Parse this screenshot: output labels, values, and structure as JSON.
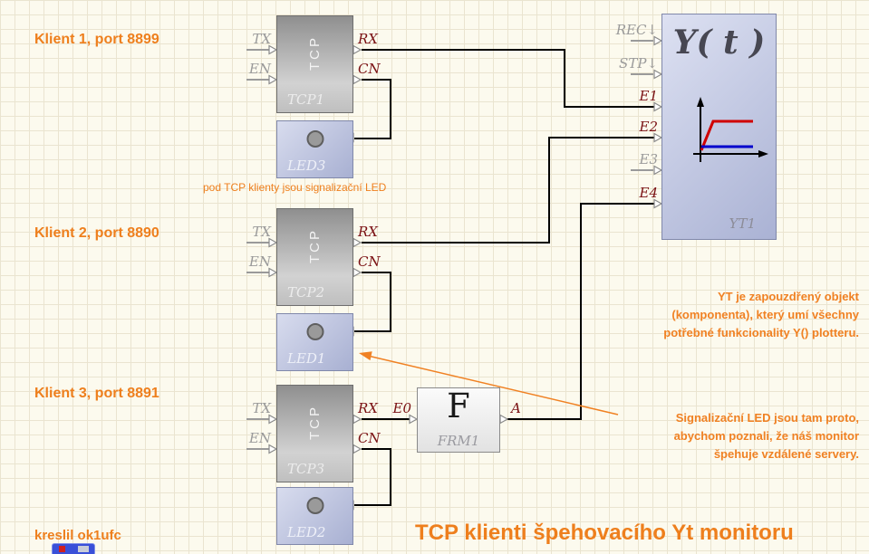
{
  "colors": {
    "accent_orange": "#ee7f1d",
    "annotation_orange": "#f08123",
    "port_connected_red": "#7a1013",
    "port_unconnected_gray": "#9a9a9a",
    "wire_black": "#000000"
  },
  "headings": {
    "client1": "Klient 1, port 8899",
    "client2": "Klient 2, port 8890",
    "client3": "Klient 3, port 8891"
  },
  "notes": {
    "led_note": "pod TCP klienty jsou signalizační LED",
    "credit": "kreslil ok1ufc",
    "title": "TCP klienti špehovacího Yt monitoru"
  },
  "annotations": {
    "yt_line1": "YT je zapouzdřený objekt",
    "yt_line2": "(komponenta), který umí všechny",
    "yt_line3": "potřebné funkcionality Y() plotteru.",
    "led_line1": "Signalizační LED jsou tam proto,",
    "led_line2": "abychom poznali, že náš monitor",
    "led_line3": "špehuje vzdálené servery."
  },
  "tcp_blocks": {
    "vertical_label": "TCP",
    "tcp1": {
      "name": "TCP1",
      "in1": "TX",
      "in2": "EN",
      "out1": "RX",
      "out2": "CN"
    },
    "tcp2": {
      "name": "TCP2",
      "in1": "TX",
      "in2": "EN",
      "out1": "RX",
      "out2": "CN"
    },
    "tcp3": {
      "name": "TCP3",
      "in1": "TX",
      "in2": "EN",
      "out1": "RX",
      "out2": "CN"
    }
  },
  "led_blocks": {
    "led3": {
      "name": "LED3"
    },
    "led1": {
      "name": "LED1"
    },
    "led2": {
      "name": "LED2"
    }
  },
  "frm_block": {
    "letter": "F",
    "name": "FRM1",
    "input": "E0",
    "output": "A"
  },
  "yt_block": {
    "display": "Y( t )",
    "name": "YT1",
    "pin_rec": "REC↓",
    "pin_stp": "STP↓",
    "pin_e1": "E1",
    "pin_e2": "E2",
    "pin_e3": "E3",
    "pin_e4": "E4"
  }
}
